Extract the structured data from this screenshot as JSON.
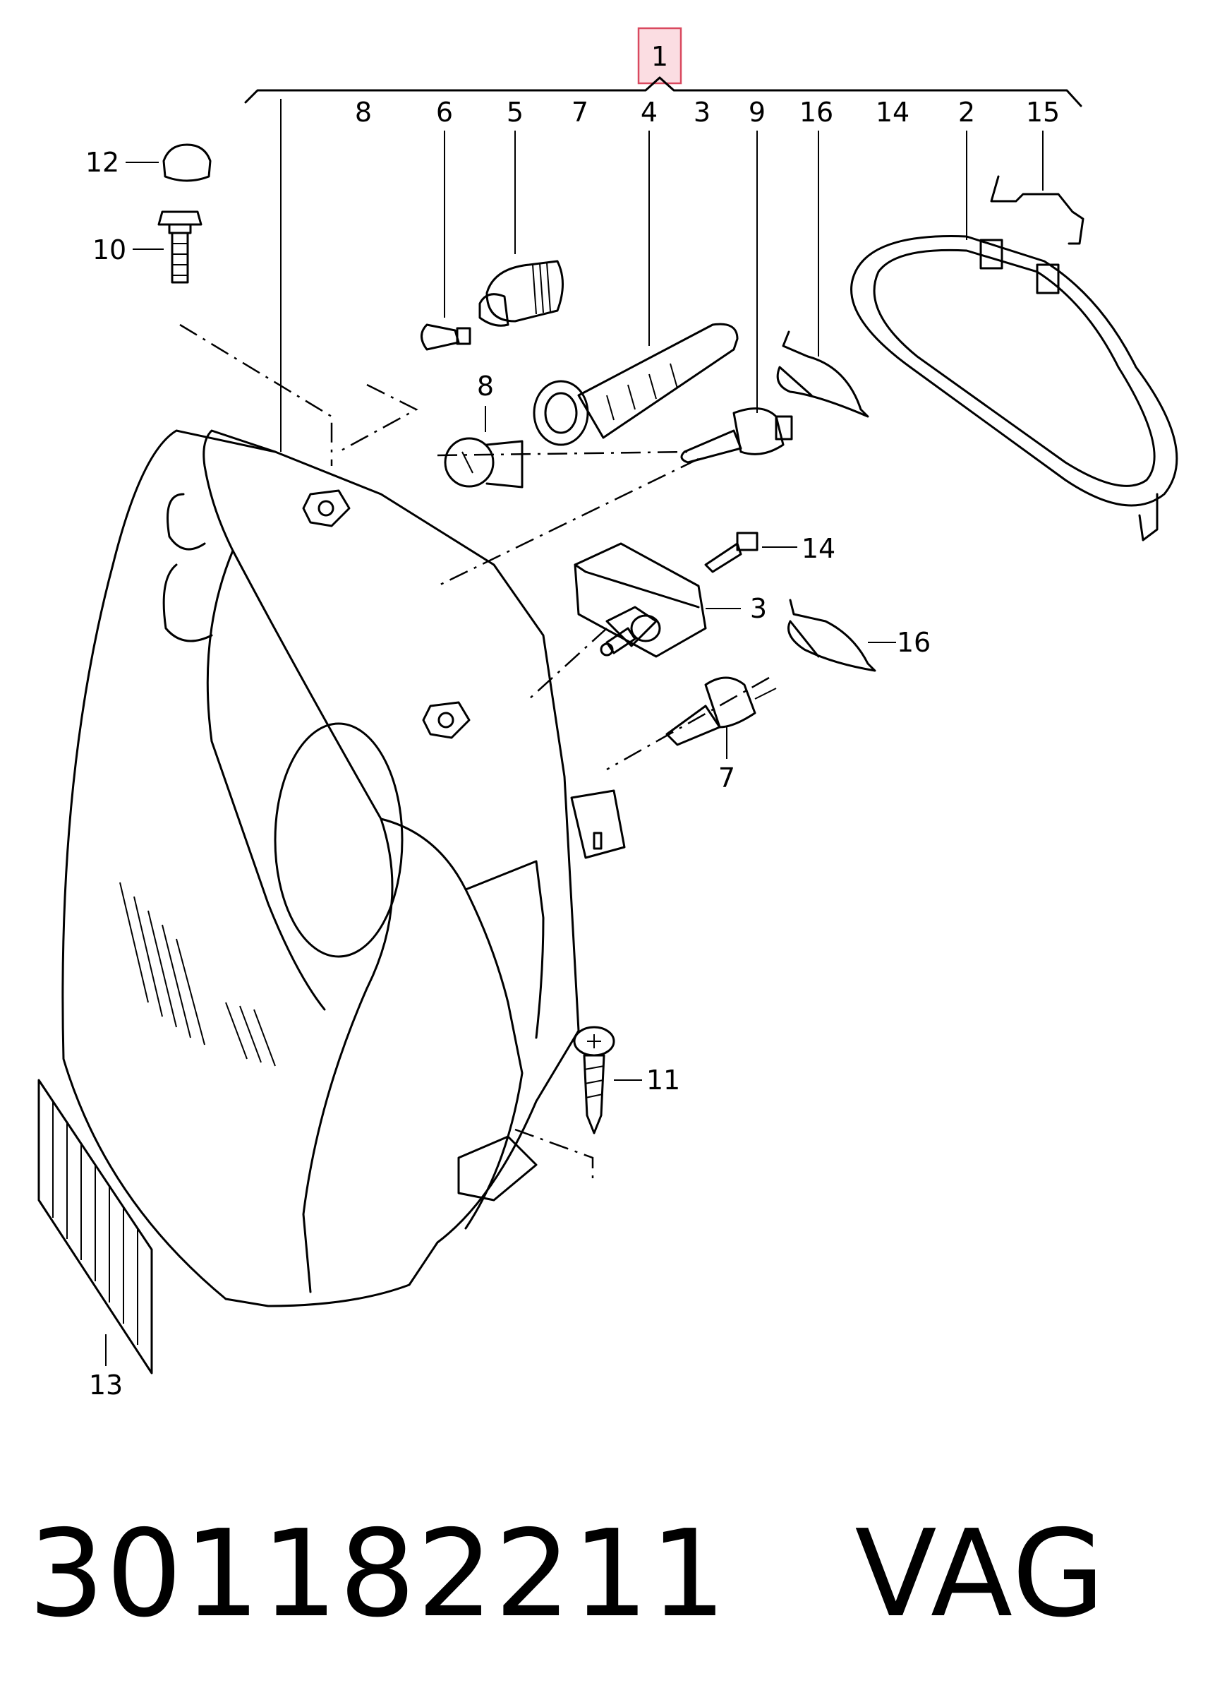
{
  "callouts": {
    "main": "1",
    "top_row": [
      "8",
      "6",
      "5",
      "7",
      "4",
      "3",
      "9",
      "16",
      "14",
      "2",
      "15"
    ],
    "left_12": "12",
    "left_10": "10",
    "bulb_8": "8",
    "screw_14": "14",
    "motor_3": "3",
    "clip_16": "16",
    "bulb_7": "7",
    "screw_11": "11",
    "reflector_13": "13"
  },
  "footer": {
    "part_number": "301182211",
    "brand": "VAG"
  },
  "colors": {
    "highlight_fill": "#fbdde2",
    "highlight_stroke": "#d9495f",
    "line": "#000000"
  }
}
